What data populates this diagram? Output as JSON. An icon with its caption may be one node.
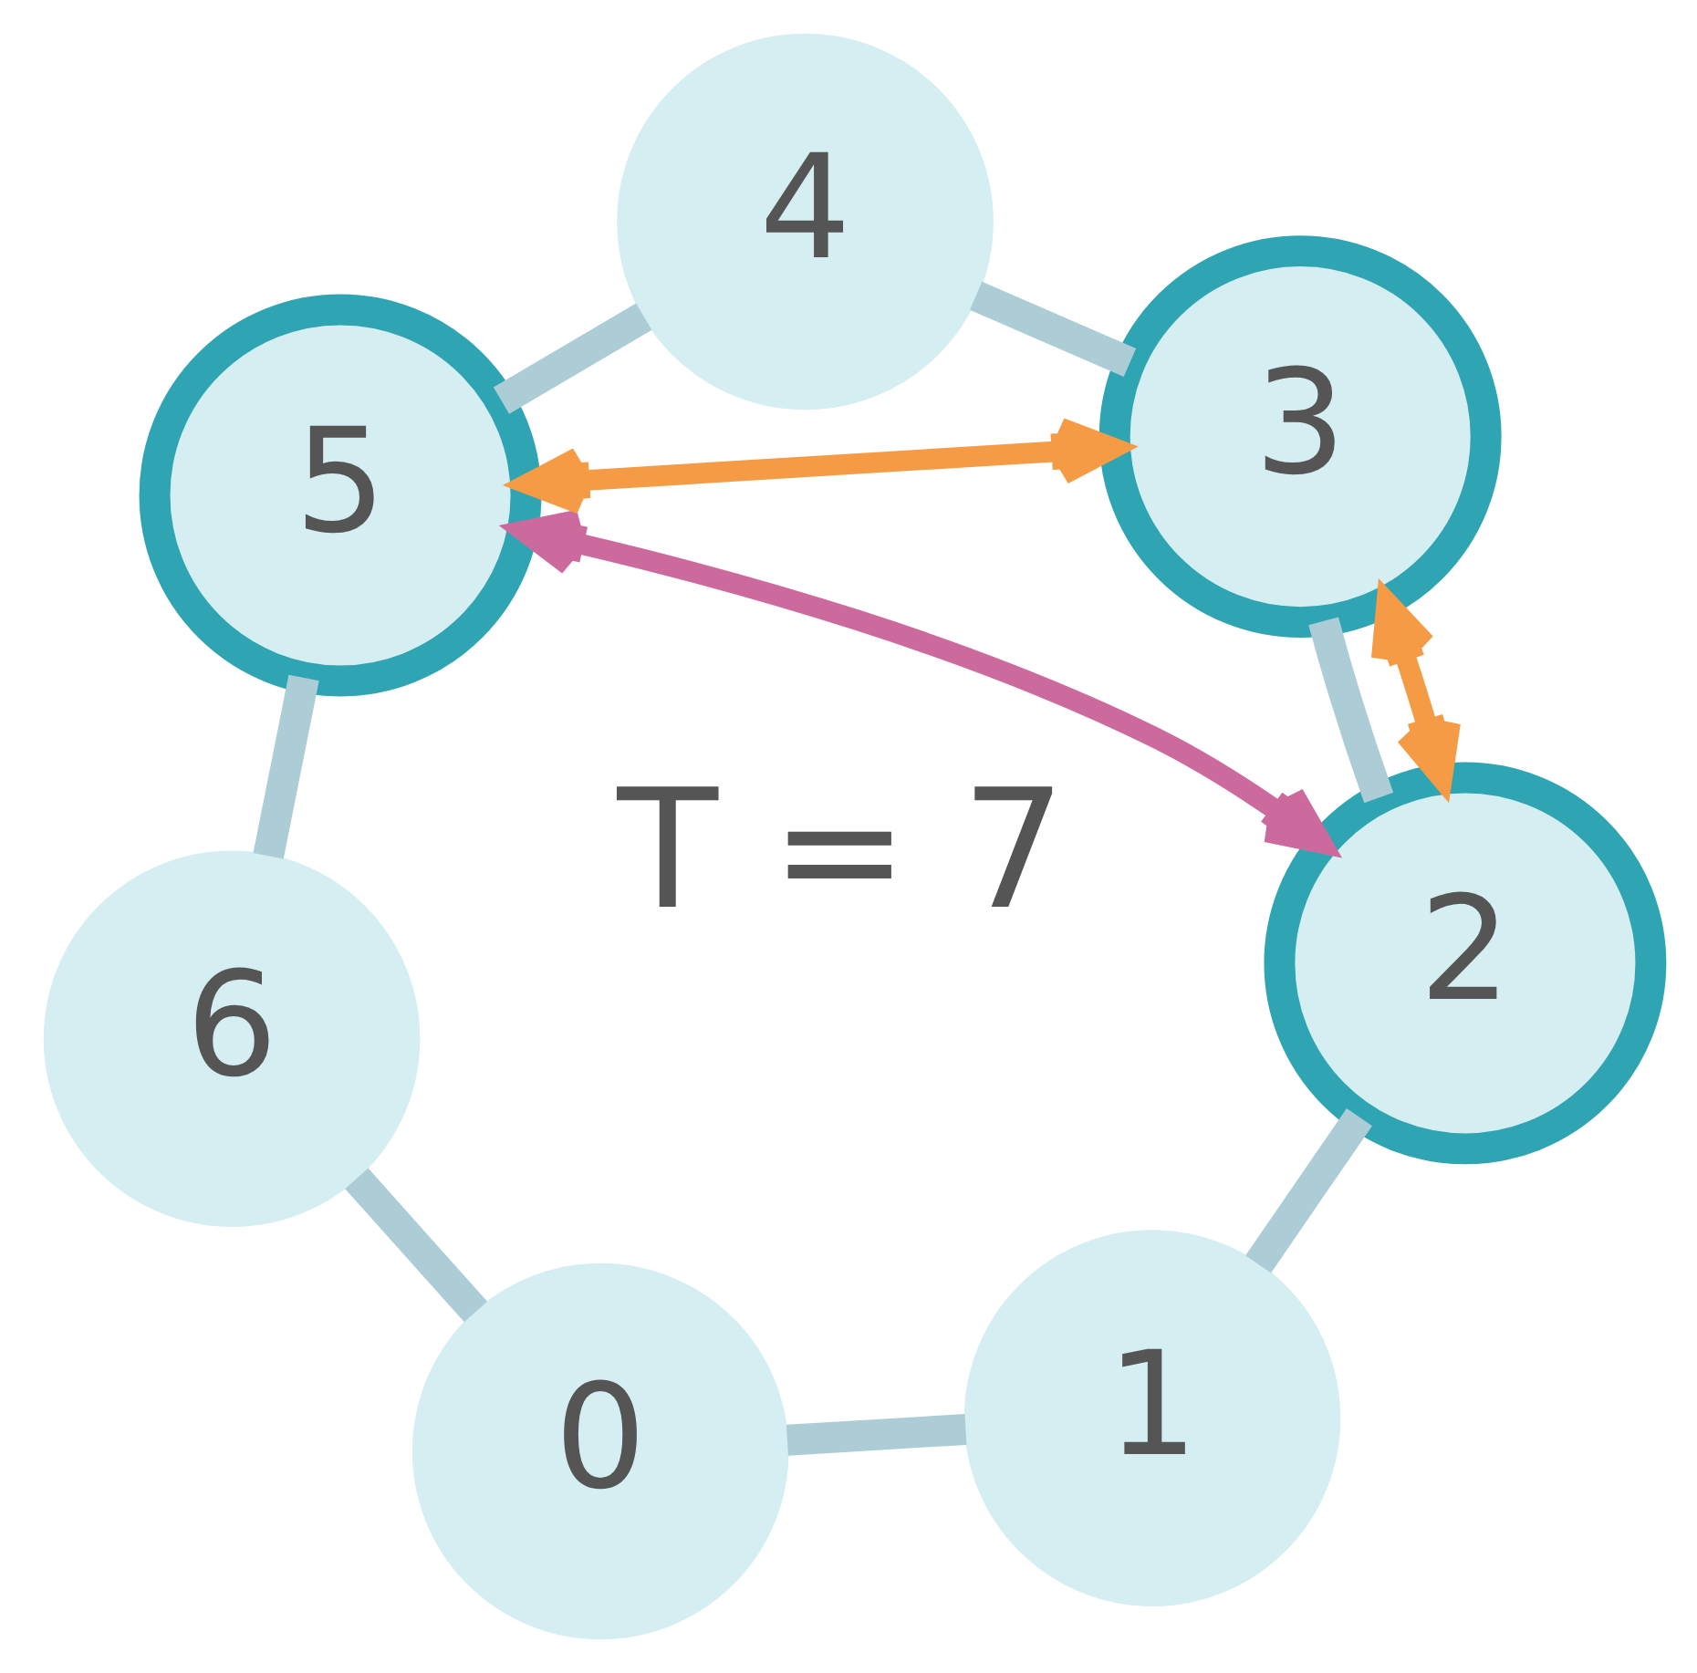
{
  "diagram": {
    "nodes": [
      {
        "text": [
          "0"
        ]
      },
      {
        "text": [
          "1"
        ]
      },
      {
        "text": [
          "2"
        ]
      },
      {
        "text": [
          "3"
        ]
      },
      {
        "text": [
          "4"
        ]
      },
      {
        "text": [
          "5"
        ]
      },
      {
        "text": [
          "6"
        ]
      }
    ],
    "edges": [
      {
        "from": 0,
        "to": 1,
        "arrow": "none"
      },
      {
        "from": 1,
        "to": 2,
        "arrow": "none"
      },
      {
        "from": 2,
        "to": 3,
        "arrow": "none"
      },
      {
        "from": 3,
        "to": 4,
        "arrow": "none"
      },
      {
        "from": 4,
        "to": 5,
        "arrow": "none"
      },
      {
        "from": 5,
        "to": 6,
        "arrow": "none"
      },
      {
        "from": 6,
        "to": 0,
        "arrow": "none"
      },
      {
        "from": 5,
        "to": 2,
        "arrow": "both",
        "color": "#cc6a9e"
      },
      {
        "from": 5,
        "to": 3,
        "arrow": "both",
        "color": "#f59a45"
      },
      {
        "from": 3,
        "to": 2,
        "arrow": "both",
        "color": "#f59a45"
      }
    ],
    "labels": [
      "T = 7"
    ]
  }
}
